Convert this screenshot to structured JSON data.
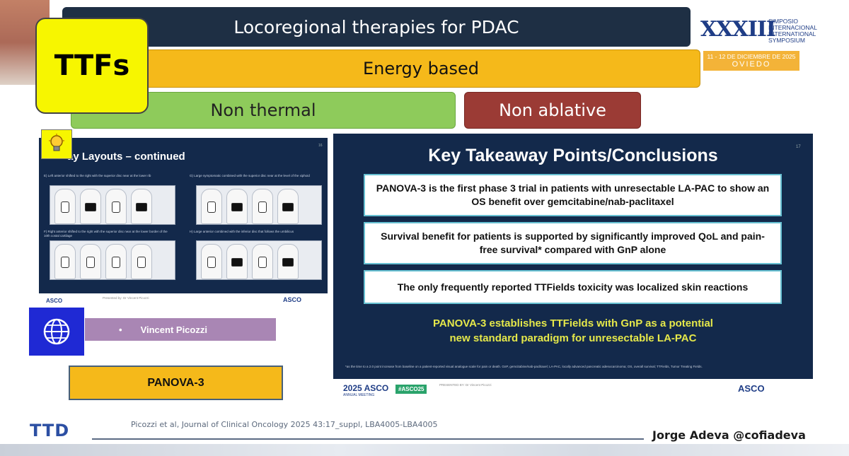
{
  "header": {
    "title": "Locoregional therapies for PDAC",
    "energy_label": "Energy based",
    "non_thermal_label": "Non thermal",
    "non_ablative_label": "Non ablative",
    "ttfs_label": "TTFs"
  },
  "symposium_logo": {
    "roman_numeral": "XXXIII",
    "line1": "SIMPOSIO",
    "line2": "INTERNACIONAL",
    "line3": "INTERNATIONAL",
    "line4": "SYMPOSIUM",
    "dates": "11 - 12 DE DICIEMBRE DE 2025",
    "city": "OVIEDO"
  },
  "left_slide": {
    "title_suffix": "ay Layouts – continued",
    "page_num": "16",
    "panels": [
      {
        "caption": "E) Left anterior shifted to the right with the superior disc near at the lower rib"
      },
      {
        "caption": "G) Large symptomatic combined with the superior disc near at the level of the xiphoid"
      },
      {
        "caption": "F) Right anterior shifted to the right with the superior disc near at the lower border of the 10th costal cartilage"
      },
      {
        "caption": "H) Large anterior combined with the inferior disc that follows the umbilicus"
      }
    ],
    "footer_presenter": "Presented by: Dr Vincent Picozzi",
    "footer_asco": "ASCO"
  },
  "presenter": {
    "bullet": "•",
    "name": "Vincent Picozzi"
  },
  "trial_label": "PANOVA-3",
  "right_slide": {
    "title": "Key Takeaway Points/Conclusions",
    "page_num": "17",
    "takeaways": [
      "PANOVA-3 is the first phase 3 trial in patients with unresectable LA-PAC to show an OS benefit over gemcitabine/nab-paclitaxel",
      "Survival benefit for patients is supported by significantly improved QoL and pain-free survival* compared with GnP alone",
      "The only frequently reported TTFields toxicity was localized skin reactions"
    ],
    "conclusion_line1": "PANOVA-3 establishes TTFields with GnP as a potential",
    "conclusion_line2": "new standard paradigm for unresectable LA-PAC",
    "footnote": "*as the time to a 2.0 point increase from baseline on a patient-reported visual analogue scale for pain or death. GnP, gemcitabine/nab-paclitaxel; LA-PAC, locally advanced pancreatic adenocarcinoma; OS, overall survival; TTFields, Tumor Treating Fields.",
    "footer_meeting": "2025 ASCO",
    "footer_meeting_sub": "ANNUAL MEETING",
    "footer_hashtag": "#ASCO25",
    "footer_presenter": "PRESENTED BY: Dr Vincent Picozzi",
    "footer_asco": "ASCO"
  },
  "footer": {
    "citation": "Picozzi et al, Journal of Clinical Oncology 2025 43:17_suppl, LBA4005-LBA4005",
    "author": "Jorge Adeva @cofiadeva",
    "logo_text": "TTD"
  },
  "colors": {
    "title_bar": "#1e2f44",
    "energy": "#f5b91a",
    "non_thermal": "#8ecb5b",
    "non_ablative": "#9b3b35",
    "slide_navy": "#13294b",
    "ttfs_yellow": "#f7f600",
    "conclusion_yellow": "#e5e84a",
    "presenter_purple": "#a986b4",
    "globe_blue": "#1f29d4"
  }
}
